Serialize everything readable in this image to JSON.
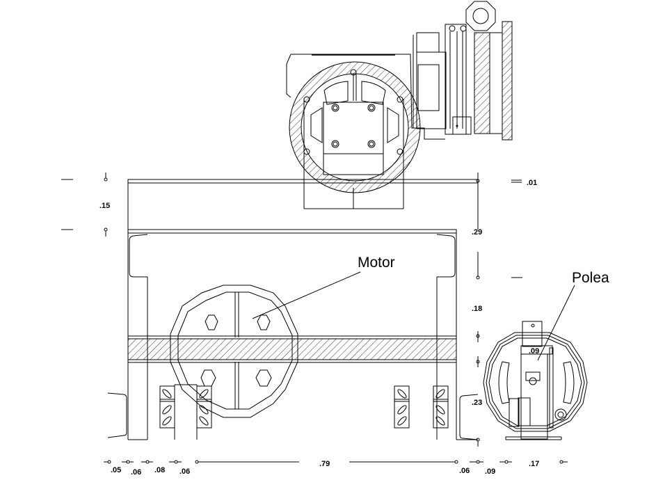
{
  "drawing": {
    "title": "Motor and pulley assembly – elevation",
    "labels": {
      "motor": "Motor",
      "pulley": "Polea"
    },
    "dimensions": {
      "left_vertical": [
        ".15"
      ],
      "right_vertical": [
        ".01",
        ".29",
        ".18",
        ".23"
      ],
      "pulley_inner": ".09",
      "bottom_left": [
        ".05",
        ".06",
        ".08",
        ".06"
      ],
      "bottom_center": ".79",
      "bottom_right": [
        ".06",
        ".09",
        ".17"
      ]
    },
    "colors": {
      "line": "#000000",
      "background": "#ffffff"
    }
  }
}
